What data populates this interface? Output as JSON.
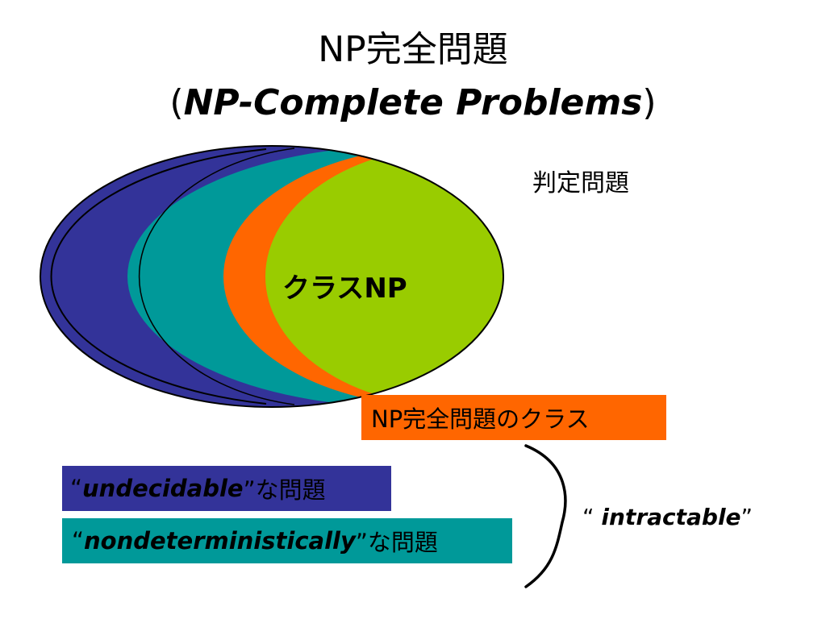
{
  "title": {
    "line1": "NP完全問題",
    "line2_open": "(",
    "line2_emph": "NP-Complete Problems",
    "line2_close": ")"
  },
  "diagram": {
    "decision_problems_label": "判定問題",
    "class_np_label": "クラスNP",
    "colors": {
      "outer": "#333399",
      "teal": "#009999",
      "orange": "#ff6600",
      "green": "#99cc00",
      "outline": "#000000"
    }
  },
  "boxes": {
    "np_complete_class": {
      "text": "NP完全問題のクラス",
      "color": "#ff6600"
    },
    "undecidable": {
      "open_quote": "“",
      "term": "undecidable",
      "suffix": "”な問題",
      "color": "#333399"
    },
    "nondeterministic": {
      "open_quote": "“",
      "term": "nondeterministically",
      "suffix": "”な問題",
      "color": "#009999"
    }
  },
  "intractable": {
    "open_quote": "“ ",
    "term": "intractable",
    "close_quote": "”"
  }
}
